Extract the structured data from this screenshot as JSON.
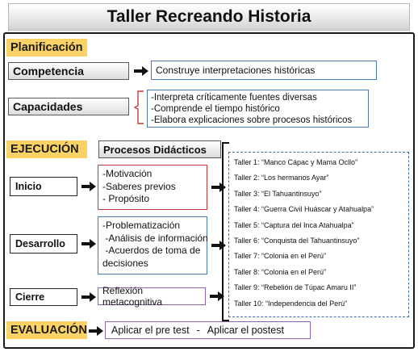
{
  "title": "Taller Recreando Historia",
  "planificacion": {
    "heading": "Planificación",
    "competencia_label": "Competencia",
    "competencia_text": "Construye interpretaciones históricas",
    "capacidades_label": "Capacidades",
    "capacidades": [
      "-Interpreta críticamente fuentes diversas",
      "-Comprende el tiempo histórico",
      "-Elabora explicaciones sobre procesos históricos"
    ]
  },
  "ejecucion": {
    "heading": "EJECUCIÓN",
    "procesos_label": "Procesos Didácticos",
    "inicio": {
      "label": "Inicio",
      "items": [
        "-Motivación",
        "-Saberes previos",
        "- Propósito"
      ]
    },
    "desarrollo": {
      "label": "Desarrollo",
      "items": [
        "-Problematización",
        " -Análisis de información",
        " -Acuerdos de toma de",
        "decisiones"
      ]
    },
    "cierre": {
      "label": "Cierre",
      "text": "Reflexión metacognitiva"
    },
    "talleres": [
      "Taller 1: “Manco Cápac y Mama Ocllo”",
      "Taller 2: “Los hermanos Ayar”",
      "Taller 3: “El Tahuantinsuyo”",
      "Taller 4: “Guerra Civil Huáscar y Atahualpa”",
      "Taller 5: “Captura del Inca Atahualpa”",
      "Taller 6: “Conquista del Tahuantinsuyo”",
      "Taller 7: “Colonia en el Perú”",
      "Taller 8: “Colonia en el Perú”",
      "Taller 9: “Rebelión de Túpac Amaru II”",
      "Taller 10: “Independencia del Perú”"
    ]
  },
  "evaluacion": {
    "heading": "EVALUACIÓN",
    "pre": "Aplicar el pre test",
    "separator": "-",
    "post": "Aplicar el postest"
  },
  "colors": {
    "section_heading": "#fbd266",
    "blue_border": "#4a7ab4",
    "red_border": "#c43a3a",
    "purple_border": "#8a63b0"
  }
}
